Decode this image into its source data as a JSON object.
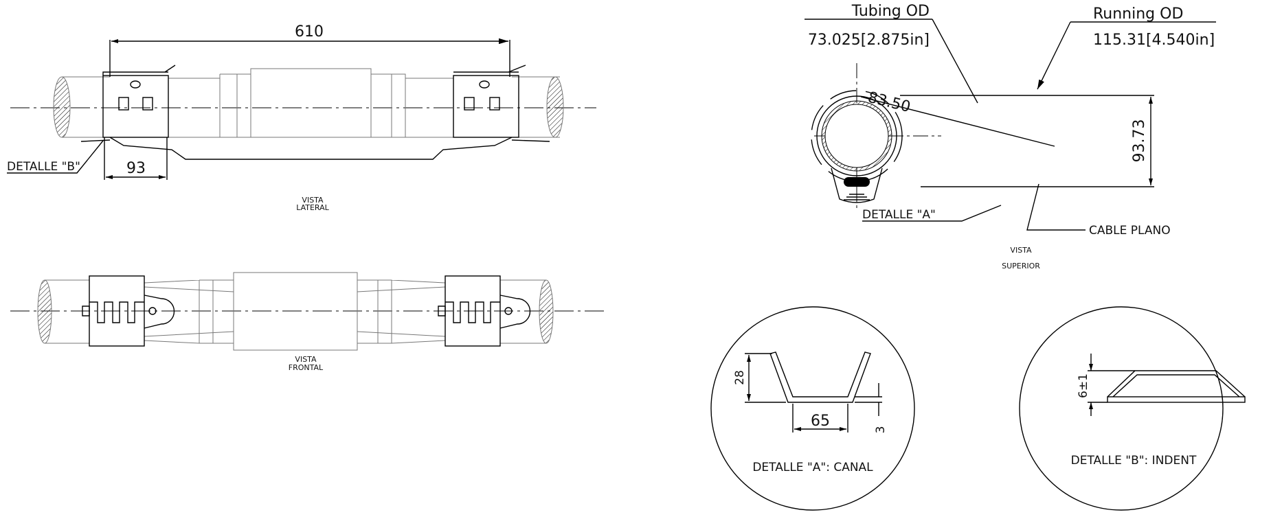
{
  "views": {
    "lateral": {
      "title_1": "VISTA",
      "title_2": "LATERAL",
      "dim_length": "610",
      "dim_clamp": "93",
      "detail_label": "DETALLE \"B\""
    },
    "frontal": {
      "title_1": "VISTA",
      "title_2": "FRONTAL"
    },
    "superior": {
      "title_1": "VISTA",
      "title_2": "SUPERIOR",
      "tubing_label": "Tubing OD",
      "tubing_value": "73.025[2.875in]",
      "running_label": "Running OD",
      "running_value": "115.31[4.540in]",
      "dim_diameter": "83.50",
      "dim_height": "93.73",
      "detail_label": "DETALLE \"A\"",
      "cable_label": "CABLE PLANO"
    }
  },
  "details": {
    "a": {
      "caption": "DETALLE \"A\": CANAL",
      "dim_height": "28",
      "dim_width": "65",
      "dim_thickness": "3"
    },
    "b": {
      "caption": "DETALLE \"B\": INDENT",
      "dim_height": "6±1"
    }
  }
}
